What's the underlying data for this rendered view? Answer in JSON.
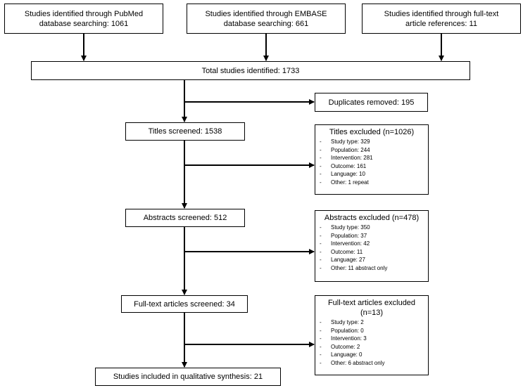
{
  "sources": [
    {
      "line1": "Studies identified through PubMed",
      "line2": "database searching: 1061"
    },
    {
      "line1": "Studies identified through EMBASE",
      "line2": "database searching: 661"
    },
    {
      "line1": "Studies identified through full-text",
      "line2": "article references: 11"
    }
  ],
  "total": "Total studies identified: 1733",
  "duplicates": "Duplicates removed: 195",
  "titles_screened": "Titles screened: 1538",
  "titles_excluded": {
    "title": "Titles excluded (n=1026)",
    "items": [
      "Study type: 329",
      "Population: 244",
      "Intervention: 281",
      "Outcome: 161",
      "Language: 10",
      "Other: 1 repeat"
    ]
  },
  "abstracts_screened": "Abstracts screened: 512",
  "abstracts_excluded": {
    "title": "Abstracts excluded (n=478)",
    "items": [
      "Study type: 350",
      "Population: 37",
      "Intervention: 42",
      "Outcome: 11",
      "Language: 27",
      "Other: 11 abstract only"
    ]
  },
  "fulltext_screened": "Full-text articles screened: 34",
  "fulltext_excluded": {
    "title_line1": "Full-text articles excluded",
    "title_line2": "(n=13)",
    "items": [
      "Study type: 2",
      "Population: 0",
      "Intervention: 3",
      "Outcome: 2",
      "Language: 0",
      "Other: 6 abstract only"
    ]
  },
  "included": "Studies included in qualitative synthesis: 21",
  "bullet": "-"
}
